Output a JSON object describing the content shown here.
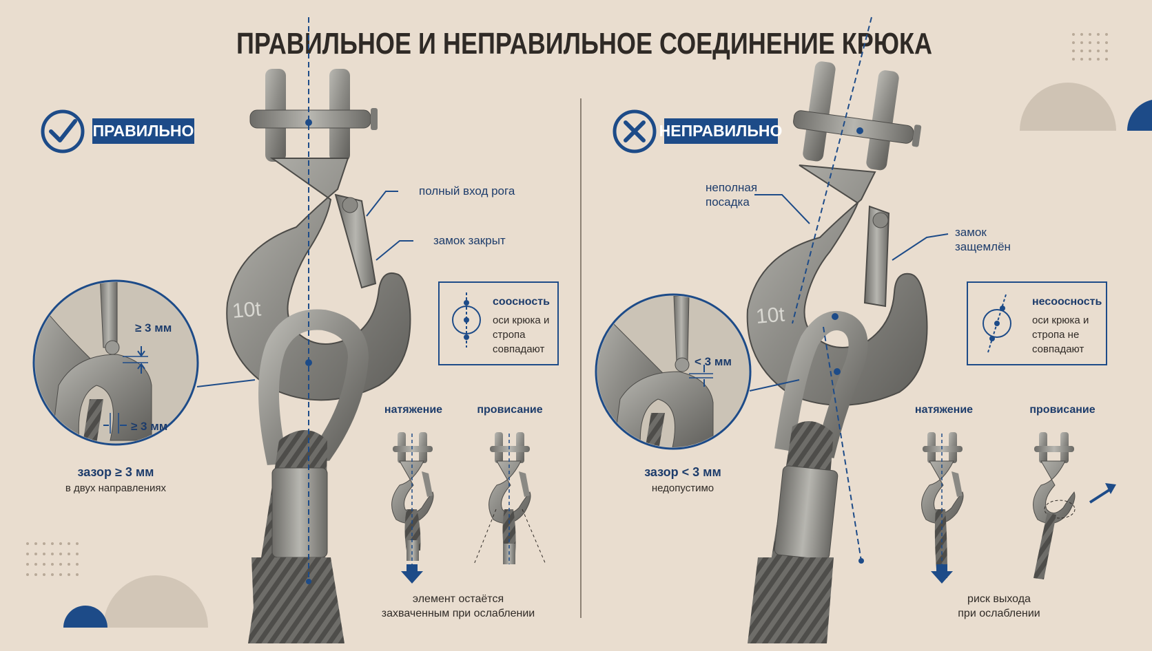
{
  "title": "ПРАВИЛЬНОЕ И НЕПРАВИЛЬНОЕ СОЕДИНЕНИЕ КРЮКА",
  "colors": {
    "background": "#e9ddcf",
    "navy": "#1d4b88",
    "text": "#1d3c6b",
    "steel": "#8f8f8b"
  },
  "left": {
    "badge": "ПРАВИЛЬНО",
    "badge_icon": "check-icon",
    "callouts": {
      "horn": "полный вход рога",
      "latch": "замок закрыт"
    },
    "hook_mark": "10t",
    "gap_top": "≥ 3 мм",
    "gap_side": "≥ 3 мм",
    "gap_caption": "зазор ≥ 3 мм",
    "gap_sub": "в двух направлениях",
    "axis_title": "соосность",
    "axis_text": [
      "оси крюка и",
      "стропа",
      "совпадают"
    ],
    "state_tension": "натяжение",
    "state_slack": "провисание",
    "footer": [
      "элемент остаётся",
      "захваченным при ослаблении"
    ]
  },
  "right": {
    "badge": "НЕПРАВИЛЬНО",
    "badge_icon": "cross-icon",
    "callouts": {
      "seat": [
        "неполная",
        "посадка"
      ],
      "latch": [
        "замок",
        "защемлён"
      ]
    },
    "hook_mark": "10t",
    "gap_top": "< 3 мм",
    "gap_caption": "зазор < 3 мм",
    "gap_sub": "недопустимо",
    "axis_title": "несоосность",
    "axis_text": [
      "оси крюка и",
      "стропа не",
      "совпадают"
    ],
    "state_tension": "натяжение",
    "state_slack": "провисание",
    "footer": [
      "риск выхода",
      "при ослаблении"
    ]
  }
}
